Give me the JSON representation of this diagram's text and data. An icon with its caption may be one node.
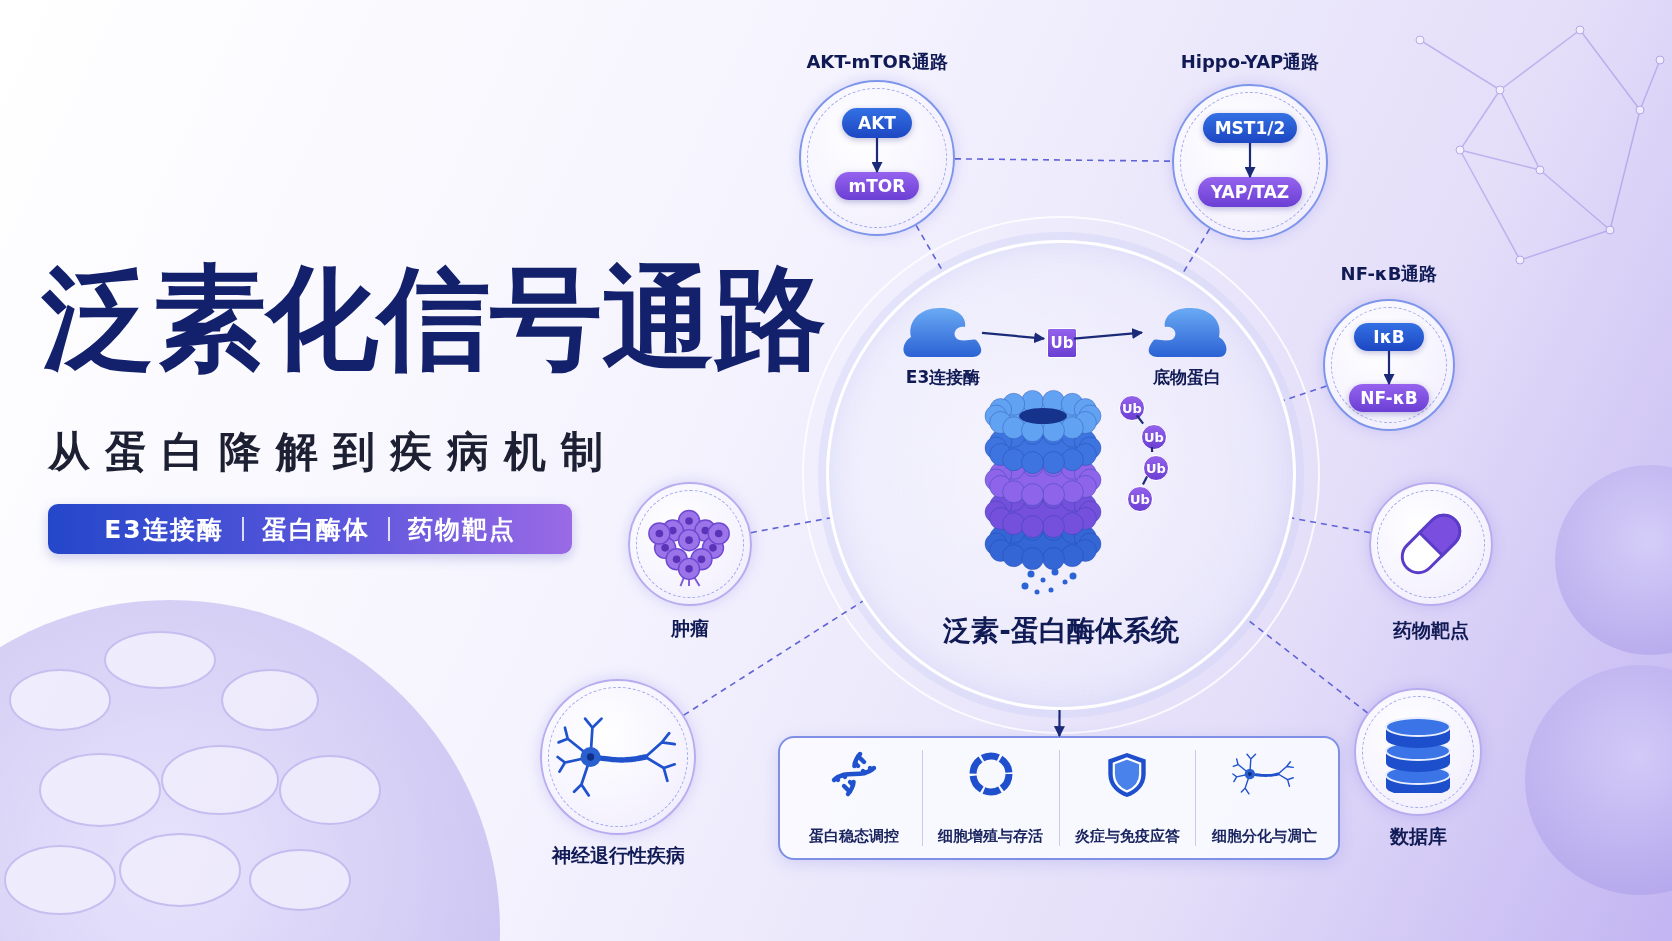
{
  "diagram": {
    "title": "泛素化信号通路",
    "nodes": [
      {
        "text": [
          "AKT-mTOR通路"
        ]
      },
      {
        "text": [
          "AKT"
        ],
        "in": 0
      },
      {
        "text": [
          "mTOR"
        ],
        "in": 0
      },
      {
        "text": [
          "Hippo-YAP通路"
        ]
      },
      {
        "text": [
          "MST1/2"
        ],
        "in": 3
      },
      {
        "text": [
          "YAP/TAZ"
        ],
        "in": 3
      },
      {
        "text": [
          "NF-κB通路"
        ]
      },
      {
        "text": [
          "IκB"
        ],
        "in": 6
      },
      {
        "text": [
          "NF-κB"
        ],
        "in": 6
      },
      {
        "text": [
          "肿瘤"
        ]
      },
      {
        "text": [
          "泛素-蛋白酶体系统"
        ]
      },
      {
        "text": [
          "E3连接酶"
        ],
        "in": 10
      },
      {
        "text": [
          "Ub"
        ],
        "in": 10
      },
      {
        "text": [
          "底物蛋白"
        ],
        "in": 10
      },
      {
        "text": [
          "Ub"
        ],
        "in": 10
      },
      {
        "text": [
          "Ub"
        ],
        "in": 10
      },
      {
        "text": [
          "Ub"
        ],
        "in": 10
      },
      {
        "text": [
          "Ub"
        ],
        "in": 10
      },
      {
        "text": [
          "神经退行性疾病"
        ]
      },
      {
        "text": [
          "药物靶点"
        ]
      },
      {
        "text": [
          "数据库"
        ]
      },
      {
        "text": [
          "蛋白稳态调控",
          "细胞增殖与存活",
          "炎症与免疫应答",
          "细胞分化与凋亡"
        ]
      }
    ],
    "edges": [
      {
        "from": 1,
        "to": 2,
        "arrow": "to"
      },
      {
        "from": 4,
        "to": 5,
        "arrow": "to"
      },
      {
        "from": 7,
        "to": 8,
        "arrow": "to"
      },
      {
        "from": 0,
        "to": 3,
        "arrow": "none",
        "style": "dashed",
        "color": "#5f63d8"
      },
      {
        "from": 0,
        "to": 10,
        "arrow": "none",
        "style": "dashed",
        "color": "#5f63d8"
      },
      {
        "from": 3,
        "to": 10,
        "arrow": "none",
        "style": "dashed",
        "color": "#5f63d8"
      },
      {
        "from": 6,
        "to": 10,
        "arrow": "none",
        "style": "dashed",
        "color": "#5f63d8"
      },
      {
        "from": 9,
        "to": 10,
        "arrow": "none",
        "style": "dashed",
        "color": "#5f63d8"
      },
      {
        "from": 18,
        "to": 10,
        "arrow": "none",
        "style": "dashed",
        "color": "#5f63d8"
      },
      {
        "from": 19,
        "to": 10,
        "arrow": "none",
        "style": "dashed",
        "color": "#5f63d8"
      },
      {
        "from": 20,
        "to": 10,
        "arrow": "none",
        "style": "dashed",
        "color": "#5f63d8"
      },
      {
        "from": 11,
        "to": 12,
        "arrow": "to"
      },
      {
        "from": 12,
        "to": 13,
        "arrow": "to"
      },
      {
        "from": 14,
        "to": 15,
        "arrow": "none"
      },
      {
        "from": 15,
        "to": 16,
        "arrow": "none"
      },
      {
        "from": 16,
        "to": 17,
        "arrow": "none"
      },
      {
        "from": 10,
        "to": 21,
        "arrow": "to"
      }
    ],
    "labels": [
      "从蛋白降解到疾病机制",
      "E3连接酶",
      "蛋白酶体",
      "药物靶点"
    ]
  }
}
